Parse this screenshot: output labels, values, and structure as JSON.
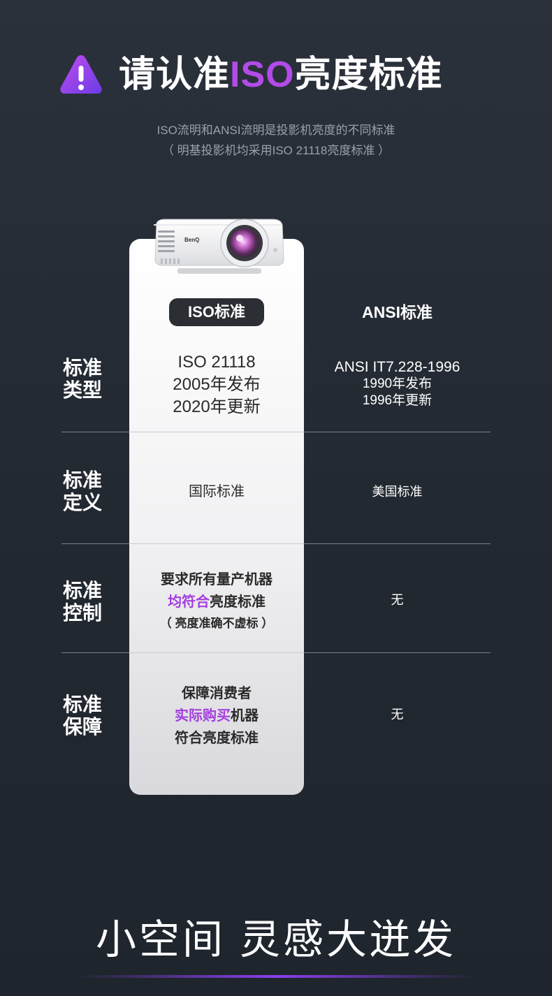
{
  "header": {
    "title_pre": "请认准",
    "title_highlight": "ISO",
    "title_post": "亮度标准",
    "subtitle_line1": "ISO流明和ANSI流明是投影机亮度的不同标准",
    "subtitle_line2": "（ 明基投影机均采用ISO 21118亮度标准 ）"
  },
  "product": {
    "brand": "BenQ"
  },
  "columns": {
    "iso": "ISO标准",
    "ansi": "ANSI标准"
  },
  "rows": [
    {
      "label": [
        "标准",
        "类型"
      ],
      "iso": [
        "ISO 21118",
        "2005年发布",
        "2020年更新"
      ],
      "ansi": [
        "ANSI IT7.228-1996",
        "1990年发布",
        "1996年更新"
      ]
    },
    {
      "label": [
        "标准",
        "定义"
      ],
      "iso": "国际标准",
      "ansi": "美国标准"
    },
    {
      "label": [
        "标准",
        "控制"
      ],
      "iso_line1": "要求所有量产机器",
      "iso_line2_highlight": "均符合",
      "iso_line2_rest": "亮度标准",
      "iso_line3": "（ 亮度准确不虚标 ）",
      "ansi": "无"
    },
    {
      "label": [
        "标准",
        "保障"
      ],
      "iso_line1": "保障消费者",
      "iso_line2_highlight": "实际购买",
      "iso_line2_rest": "机器",
      "iso_line3": "符合亮度标准",
      "ansi": "无"
    }
  ],
  "footer": {
    "slogan": "小空间 灵感大迸发"
  },
  "colors": {
    "accent": "#b24be9",
    "background": "#232931",
    "iso_column": "#f1f1f3"
  }
}
